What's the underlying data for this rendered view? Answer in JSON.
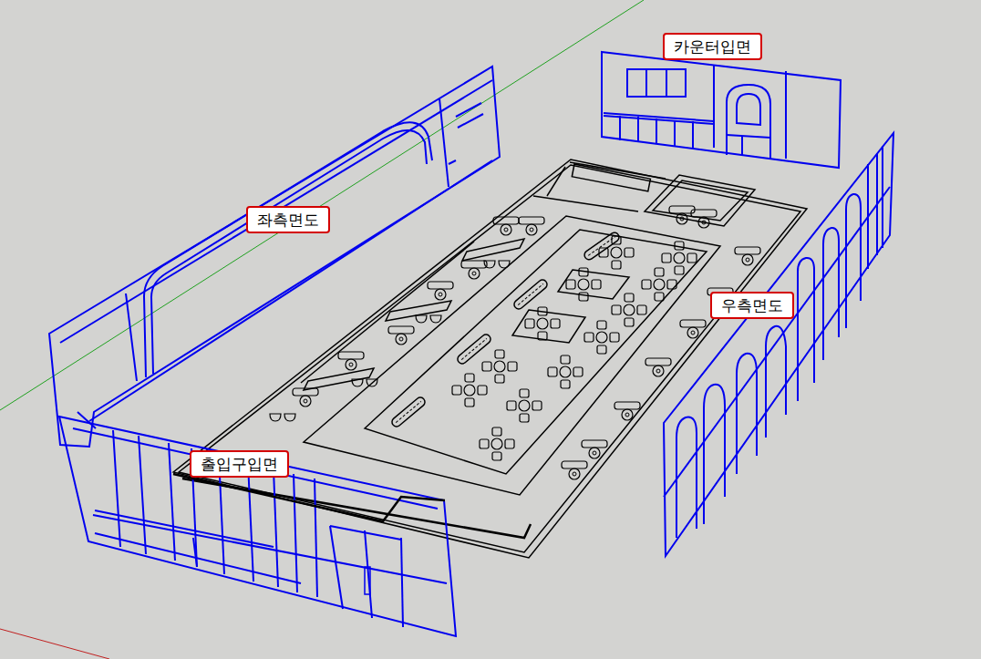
{
  "diagram": {
    "nodes": [
      {
        "text": [
          "카운터입면"
        ]
      },
      {
        "text": [
          "좌측면도"
        ]
      },
      {
        "text": [
          "우측면도"
        ]
      },
      {
        "text": [
          "출입구입면"
        ]
      }
    ]
  }
}
